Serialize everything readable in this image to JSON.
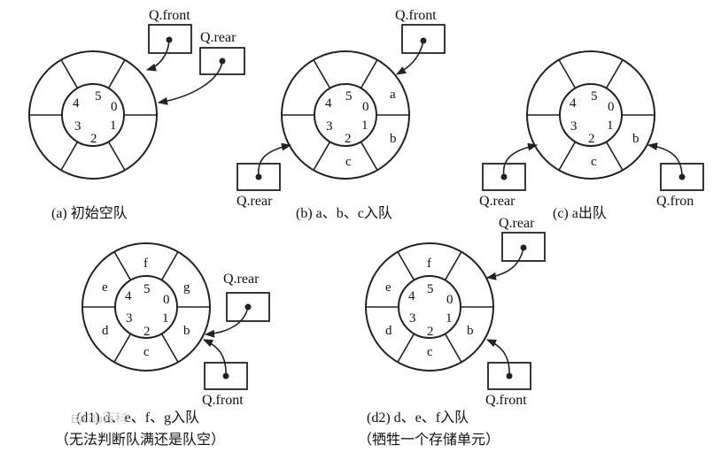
{
  "pointers": {
    "front": "Q.front",
    "rear": "Q.rear",
    "front_cut": "Q.fron"
  },
  "slot_index": [
    "0",
    "1",
    "2",
    "3",
    "4",
    "5"
  ],
  "elements": [
    "a",
    "b",
    "c",
    "d",
    "e",
    "f",
    "g"
  ],
  "captions": {
    "a": "(a) 初始空队",
    "b": "(b) a、b、c入队",
    "c": "(c) a出队",
    "d1_line1": "(d1) d、e、f、g入队",
    "d1_line2": "（无法判断队满还是队空）",
    "d2_line1": "(d2) d、e、f入队",
    "d2_line2": "（牺牲一个存储单元）"
  },
  "watermark": "Baidu百科"
}
